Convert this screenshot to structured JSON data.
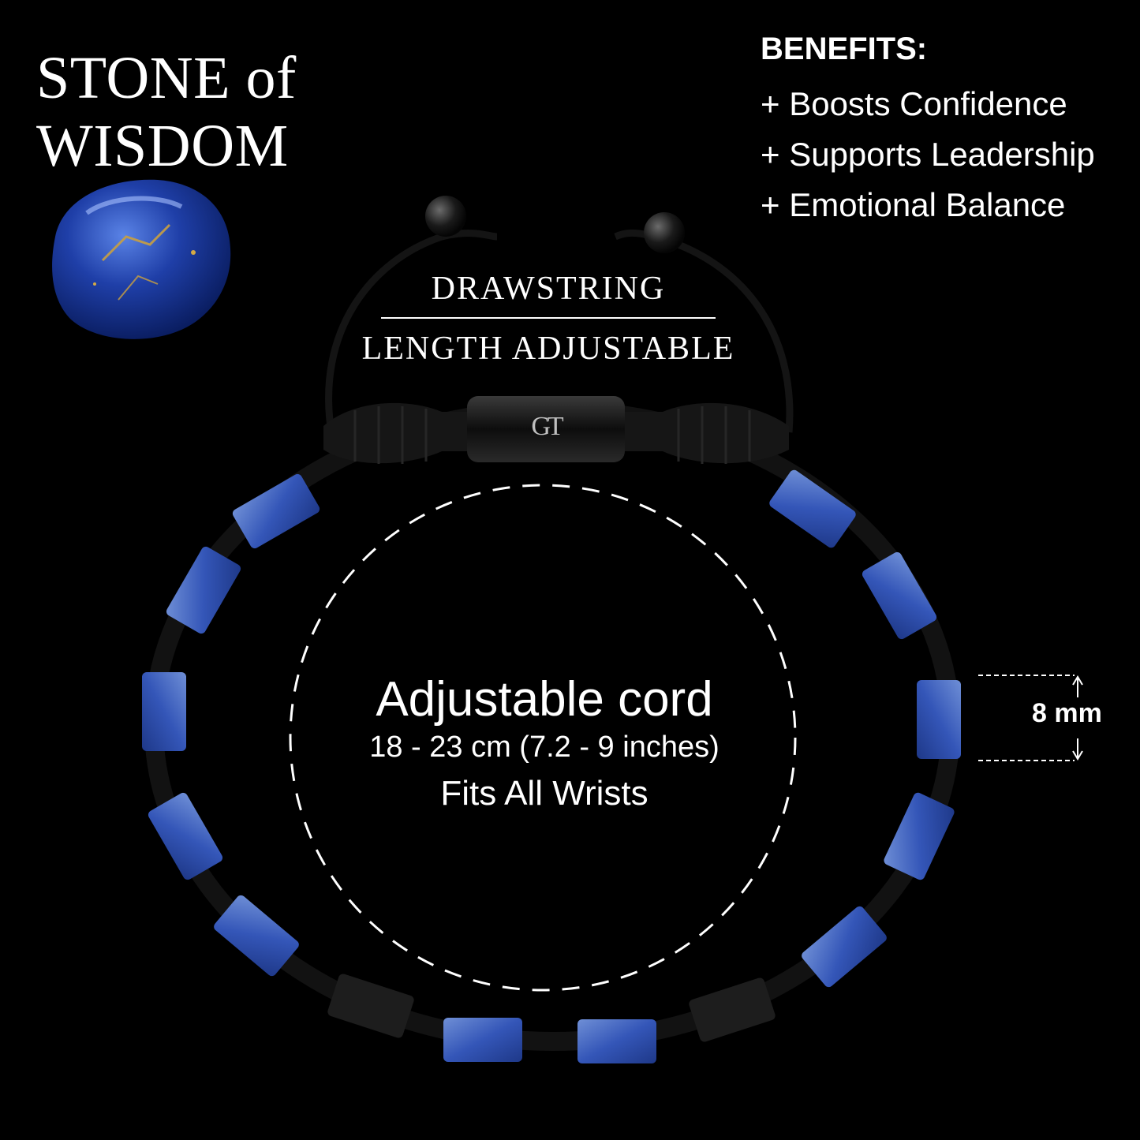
{
  "title": {
    "line1": "STONE of",
    "line2": "WISDOM"
  },
  "benefits": {
    "heading": "BENEFITS:",
    "items": [
      "+ Boosts Confidence",
      "+ Supports Leadership",
      "+ Emotional Balance"
    ]
  },
  "drawstring": {
    "top": "DRAWSTRING",
    "bottom": "LENGTH ADJUSTABLE"
  },
  "cord": {
    "main": "Adjustable cord",
    "size": "18 - 23 cm (7.2 - 9 inches)",
    "fits": "Fits All Wrists"
  },
  "bead_size": "8 mm",
  "clasp_logo": "GT",
  "colors": {
    "background": "#000000",
    "text": "#ffffff",
    "lapis": "#2f52b8",
    "cord": "#141414"
  }
}
